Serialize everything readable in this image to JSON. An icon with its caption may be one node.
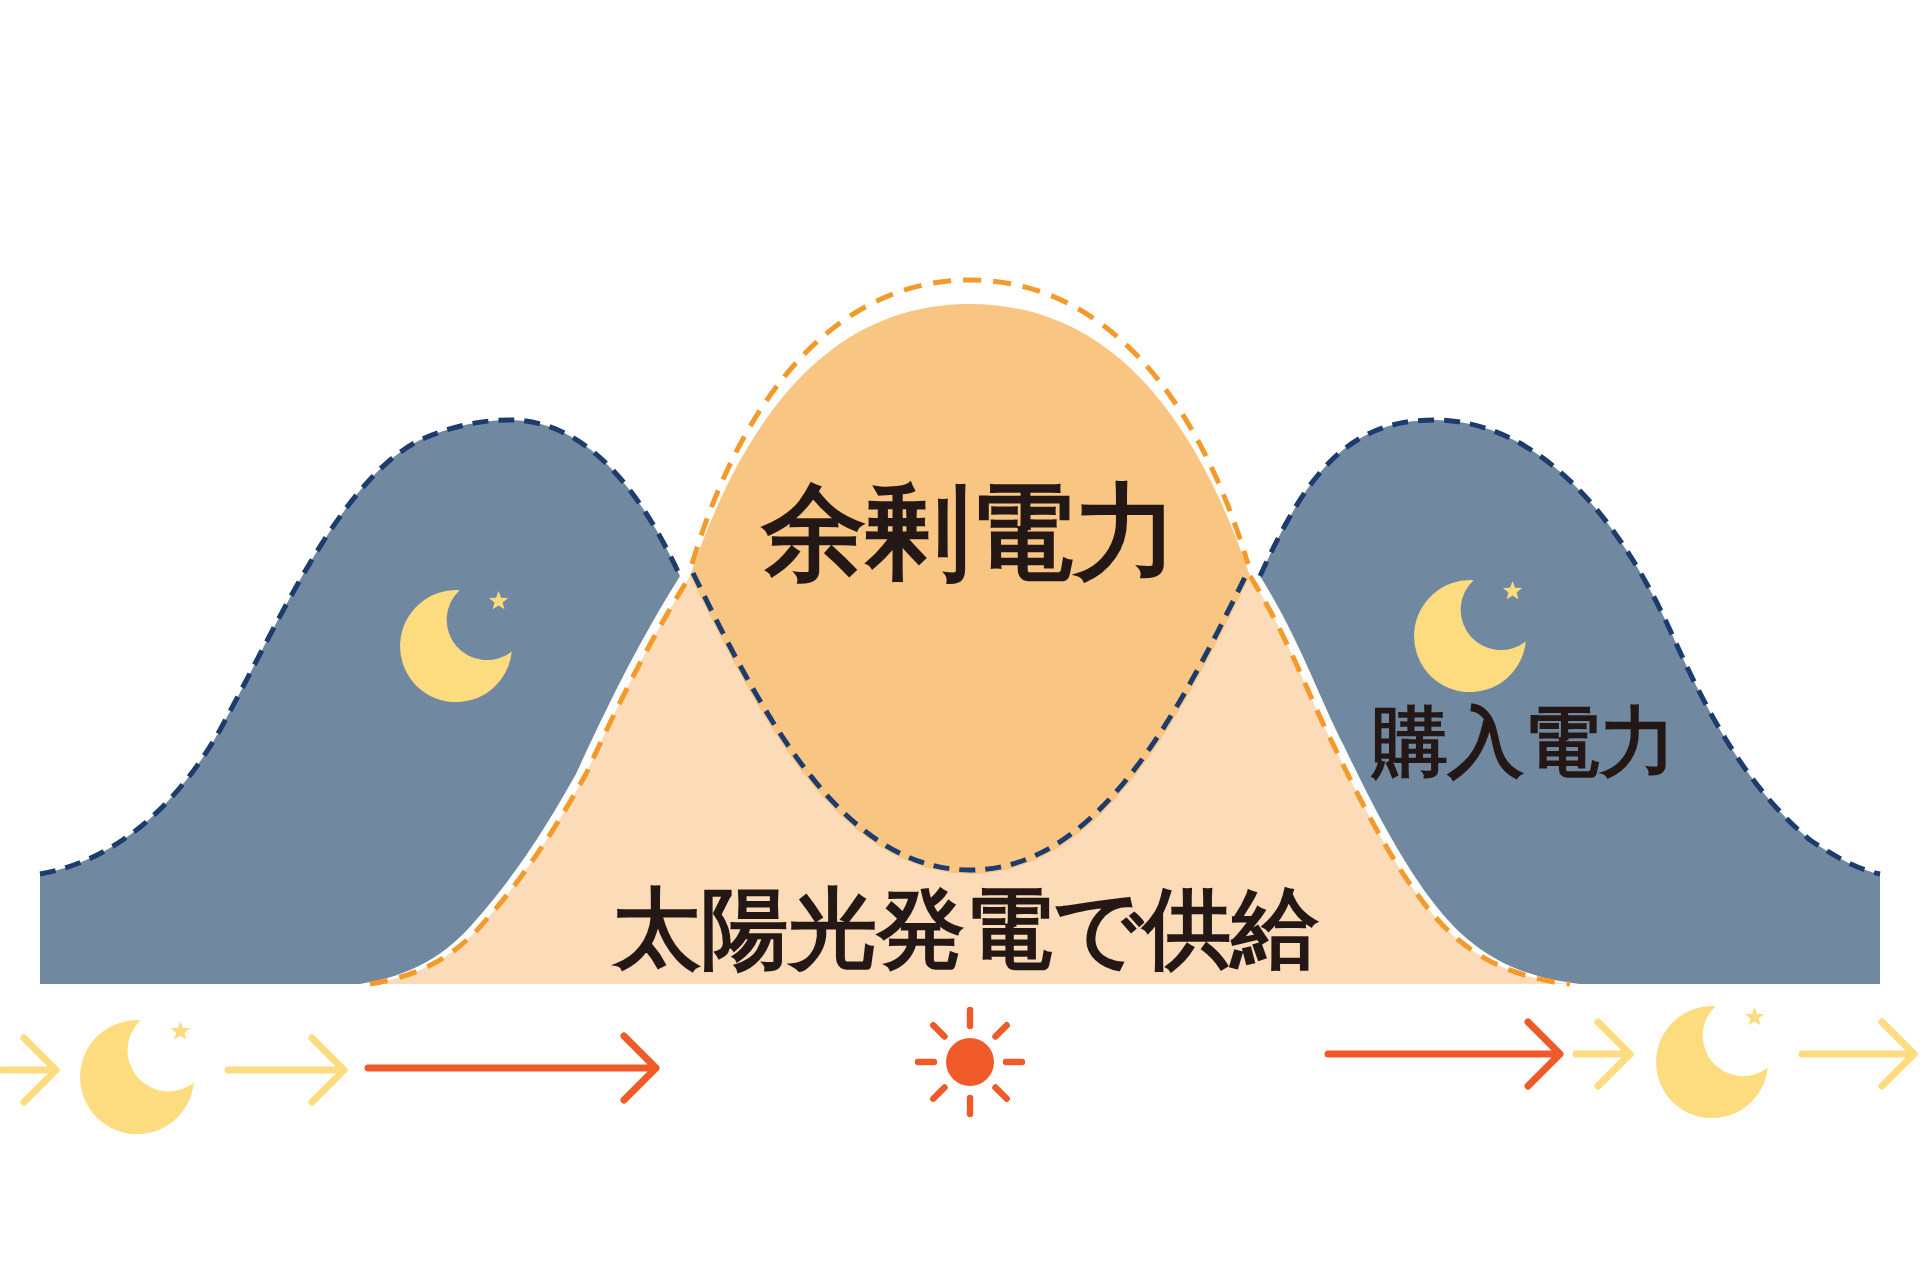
{
  "diagram": {
    "nodes": [
      {
        "text": [],
        "shape": "area"
      },
      {
        "text": [
          "余剰電力"
        ]
      },
      {
        "text": [
          "購入電力"
        ]
      },
      {
        "text": [
          "太陽光発電で供給"
        ]
      }
    ]
  }
}
